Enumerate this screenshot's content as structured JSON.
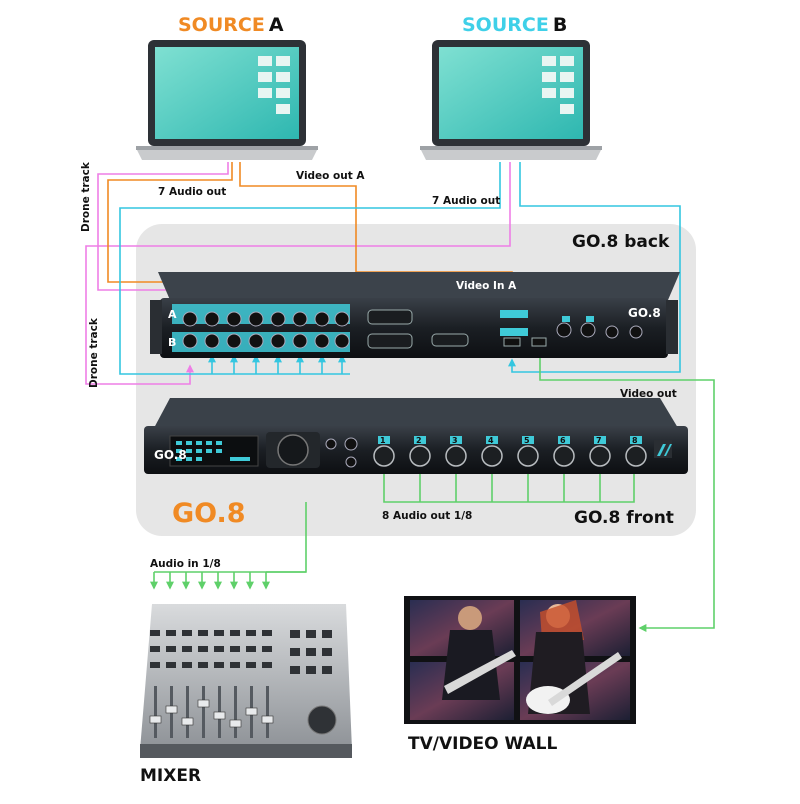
{
  "colors": {
    "source_a": "#f08a24",
    "source_b": "#3fd0e8",
    "drone": "#ee7ee6",
    "audio_out": "#34c6e0",
    "video": "#5fd06a",
    "panel_bg": "#e6e6e6"
  },
  "sources": {
    "a": {
      "highlight": "SOURCE",
      "letter": "A"
    },
    "b": {
      "highlight": "SOURCE",
      "letter": "B"
    }
  },
  "labels": {
    "audio_out_a": "7 Audio out",
    "video_out_a": "Video out A",
    "audio_out_b": "7 Audio out",
    "drone_track_1": "Drone track",
    "drone_track_2": "Drone track",
    "back_title": "GO.8 back",
    "video_in_a": "Video In A",
    "video_out": "Video out",
    "go8_brand": "GO.8",
    "audio_out_front": "8 Audio out 1/8",
    "front_title": "GO.8 front",
    "audio_in": "Audio in 1/8",
    "mixer": "MIXER",
    "tv_wall": "TV/VIDEO WALL"
  },
  "device": {
    "back_row_a": "A",
    "back_row_b": "B",
    "back_logo": "GO.8",
    "front_logo": "GO.8",
    "channels": [
      "1",
      "2",
      "3",
      "4",
      "5",
      "6",
      "7",
      "8"
    ]
  }
}
